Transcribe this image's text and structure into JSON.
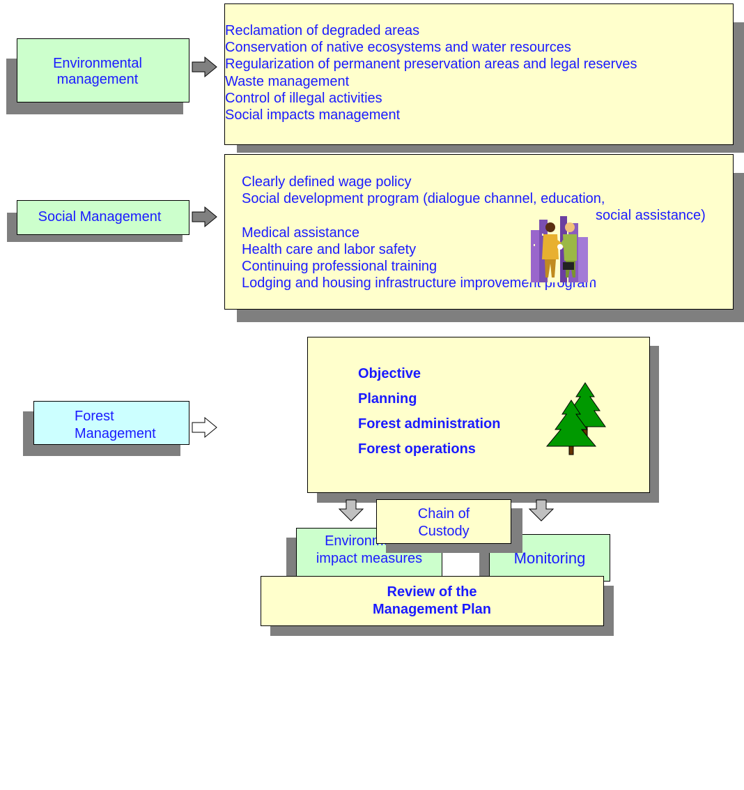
{
  "environmental": {
    "label": "Environmental management",
    "items": [
      "Reclamation of degraded areas",
      "Conservation of native ecosystems and water resources",
      "Regularization of permanent preservation areas and legal reserves",
      "Waste management",
      "Control of illegal activities",
      "Social impacts management"
    ]
  },
  "social": {
    "label": "Social Management",
    "items": [
      "Clearly defined wage policy",
      "Social development program (dialogue channel, education,",
      "social assistance)",
      "Medical assistance",
      "Health care and labor safety",
      "Continuing professional training",
      "Lodging and housing infrastructure improvement program"
    ]
  },
  "forest": {
    "label_line1": "Forest",
    "label_line2": "Management",
    "items": [
      "Objective",
      "Planning",
      "Forest administration",
      "Forest operations"
    ]
  },
  "outputs": {
    "impact": "Environmental impact measures",
    "monitoring": "Monitoring",
    "custody": "Chain of Custody",
    "review": "Review of the Management Plan"
  },
  "colors": {
    "green_box": "#ccffcc",
    "cyan_box": "#ccffff",
    "yellow_box": "#ffffcc",
    "text": "#1a1aff",
    "shadow": "#7f7f7f",
    "arrow": "#808080"
  },
  "icons": [
    "business-people-clipart-icon",
    "pine-trees-icon"
  ]
}
